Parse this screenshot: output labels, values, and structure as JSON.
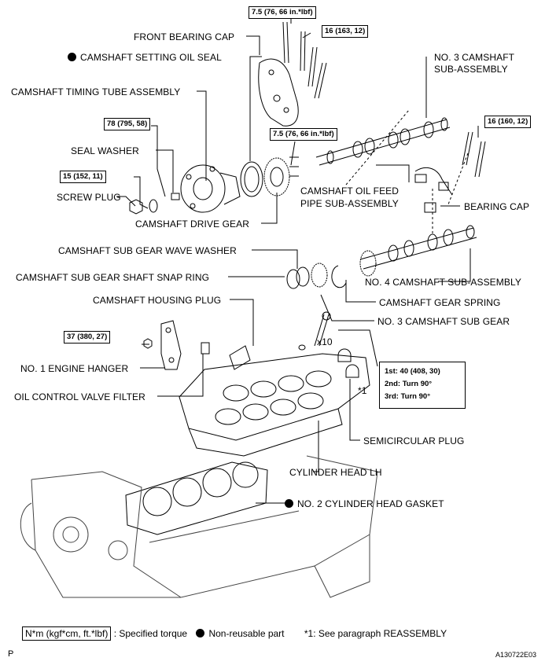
{
  "labels": {
    "front_bearing_cap": "FRONT BEARING CAP",
    "camshaft_setting_oil_seal": "CAMSHAFT SETTING OIL SEAL",
    "camshaft_timing_tube_assembly": "CAMSHAFT TIMING TUBE ASSEMBLY",
    "seal_washer": "SEAL WASHER",
    "screw_plug": "SCREW PLUG",
    "camshaft_drive_gear": "CAMSHAFT DRIVE GEAR",
    "no3_camshaft_sub_assembly_l1": "NO. 3 CAMSHAFT",
    "no3_camshaft_sub_assembly_l2": "SUB-ASSEMBLY",
    "camshaft_oil_feed_pipe_l1": "CAMSHAFT OIL FEED",
    "camshaft_oil_feed_pipe_l2": "PIPE SUB-ASSEMBLY",
    "bearing_cap": "BEARING CAP",
    "camshaft_sub_gear_wave_washer": "CAMSHAFT SUB GEAR WAVE WASHER",
    "camshaft_sub_gear_shaft_snap_ring": "CAMSHAFT SUB GEAR SHAFT SNAP RING",
    "no4_camshaft_sub_assembly": "NO. 4 CAMSHAFT SUB-ASSEMBLY",
    "camshaft_gear_spring": "CAMSHAFT GEAR SPRING",
    "camshaft_housing_plug": "CAMSHAFT HOUSING PLUG",
    "no3_camshaft_sub_gear": "NO. 3 CAMSHAFT SUB GEAR",
    "no1_engine_hanger": "NO. 1 ENGINE HANGER",
    "oil_control_valve_filter": "OIL CONTROL VALVE FILTER",
    "semicircular_plug": "SEMICIRCULAR PLUG",
    "cylinder_head_lh": "CYLINDER HEAD LH",
    "no2_cylinder_head_gasket": "NO. 2 CYLINDER HEAD GASKET",
    "x10": "x10",
    "star1": "*1"
  },
  "torques": {
    "front_cap_bolt": "7.5 (76, 66 in.*lbf)",
    "front_cap_bolt2": "16 (163, 12)",
    "oil_seal_bolt": "78 (795, 58)",
    "screw_plug": "15 (152, 11)",
    "drive_gear_bolt": "7.5 (76, 66 in.*lbf)",
    "bearing_cap_bolt": "16 (160, 12)",
    "engine_hanger_bolt": "37 (380, 27)"
  },
  "head_bolt_steps": {
    "s1": "1st: 40 (408, 30)",
    "s2": "2nd: Turn 90°",
    "s3": "3rd: Turn 90°"
  },
  "legend": {
    "unit": "N*m (kgf*cm, ft.*lbf)",
    "specified_torque": ": Specified torque",
    "non_reusable": "Non-reusable part",
    "see_paragraph": "*1: See paragraph REASSEMBLY"
  },
  "footer": {
    "left": "P",
    "code": "A130722E03"
  }
}
